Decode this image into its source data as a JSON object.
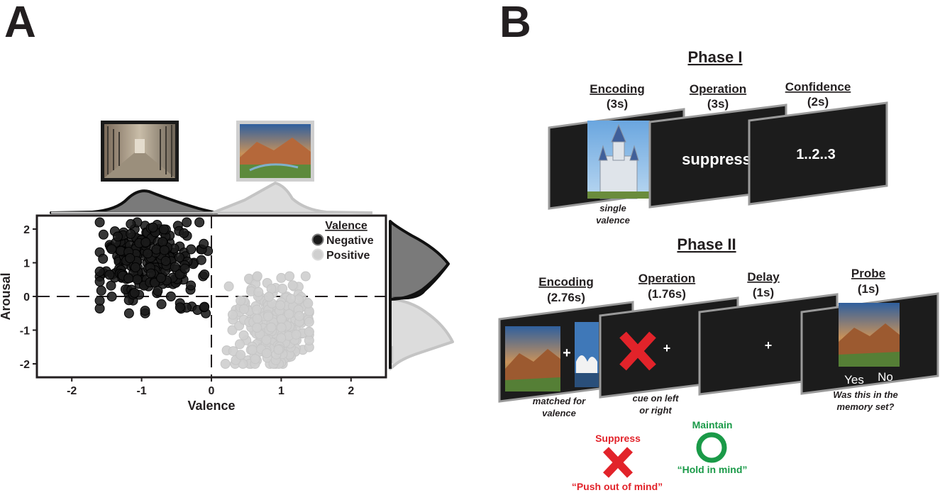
{
  "panels": {
    "a": "A",
    "b": "B"
  },
  "chart_data": {
    "type": "scatter",
    "xlabel": "Valence",
    "ylabel": "Arousal",
    "xlim": [
      -2.5,
      2.5
    ],
    "ylim": [
      -2.4,
      2.4
    ],
    "xticks": [
      "-2",
      "-1",
      "0",
      "1",
      "2"
    ],
    "yticks": [
      "2",
      "1",
      "0",
      "-1",
      "-2"
    ],
    "xtick_values": [
      -2,
      -1,
      0,
      1,
      2
    ],
    "ytick_values": [
      2,
      1,
      0,
      -1,
      -2
    ],
    "legend": {
      "title": "Valence",
      "entries": [
        "Negative",
        "Positive"
      ],
      "placement": "top-right"
    },
    "colors": {
      "negative": "#1a1a1a",
      "positive": "#cfcfcf",
      "neg_density": "#7a7a7a",
      "pos_density": "#dcdcdc"
    },
    "series": [
      {
        "name": "Negative",
        "x_range": [
          -1.6,
          -0.1
        ],
        "y_range": [
          -0.5,
          2.2
        ],
        "center": [
          -0.95,
          1.0
        ],
        "n_points": 260,
        "points": [
          [
            -1.42,
            0.65
          ],
          [
            -1.35,
            1.2
          ],
          [
            -1.3,
            0.8
          ],
          [
            -1.25,
            1.6
          ],
          [
            -1.2,
            0.2
          ],
          [
            -1.18,
            1.4
          ],
          [
            -1.15,
            0.9
          ],
          [
            -1.1,
            2.0
          ],
          [
            -1.08,
            1.1
          ],
          [
            -1.05,
            0.5
          ],
          [
            -1.02,
            1.7
          ],
          [
            -1.0,
            1.3
          ],
          [
            -0.98,
            0.7
          ],
          [
            -0.95,
            2.1
          ],
          [
            -0.92,
            1.0
          ],
          [
            -0.9,
            0.3
          ],
          [
            -0.88,
            1.5
          ],
          [
            -0.85,
            1.8
          ],
          [
            -0.82,
            0.9
          ],
          [
            -0.8,
            1.2
          ],
          [
            -0.78,
            0.1
          ],
          [
            -0.75,
            2.0
          ],
          [
            -0.72,
            1.4
          ],
          [
            -0.7,
            0.6
          ],
          [
            -0.68,
            1.9
          ],
          [
            -0.65,
            1.0
          ],
          [
            -0.62,
            0.4
          ],
          [
            -0.6,
            1.6
          ],
          [
            -0.58,
            0.0
          ],
          [
            -0.55,
            1.3
          ],
          [
            -0.5,
            0.8
          ],
          [
            -0.48,
            2.1
          ],
          [
            -0.45,
            -0.2
          ],
          [
            -0.42,
            1.1
          ],
          [
            -0.4,
            0.5
          ],
          [
            -0.35,
            1.8
          ],
          [
            -0.3,
            0.2
          ],
          [
            -0.28,
            -0.3
          ],
          [
            -0.25,
            1.0
          ],
          [
            -0.2,
            -0.4
          ],
          [
            -0.15,
            1.4
          ],
          [
            -0.12,
            0.6
          ],
          [
            -0.08,
            -0.5
          ],
          [
            -0.05,
            1.35
          ]
        ]
      },
      {
        "name": "Positive",
        "x_range": [
          0.2,
          1.4
        ],
        "y_range": [
          -2.0,
          0.6
        ],
        "center": [
          0.9,
          -0.9
        ],
        "n_points": 260,
        "points": [
          [
            0.22,
            -1.6
          ],
          [
            0.25,
            0.3
          ],
          [
            0.3,
            -1.0
          ],
          [
            0.35,
            -0.4
          ],
          [
            0.4,
            -1.8
          ],
          [
            0.45,
            -0.2
          ],
          [
            0.5,
            -1.3
          ],
          [
            0.55,
            0.5
          ],
          [
            0.6,
            -0.7
          ],
          [
            0.65,
            -1.9
          ],
          [
            0.7,
            -0.1
          ],
          [
            0.72,
            -1.1
          ],
          [
            0.75,
            -0.5
          ],
          [
            0.8,
            0.4
          ],
          [
            0.82,
            -1.5
          ],
          [
            0.85,
            -0.8
          ],
          [
            0.88,
            0.1
          ],
          [
            0.9,
            -1.2
          ],
          [
            0.92,
            -2.0
          ],
          [
            0.95,
            -0.3
          ],
          [
            0.98,
            -0.9
          ],
          [
            1.0,
            0.55
          ],
          [
            1.02,
            -1.4
          ],
          [
            1.05,
            -0.6
          ],
          [
            1.08,
            0.0
          ],
          [
            1.1,
            -1.7
          ],
          [
            1.12,
            -0.2
          ],
          [
            1.15,
            -1.0
          ],
          [
            1.18,
            0.3
          ],
          [
            1.2,
            -0.8
          ],
          [
            1.22,
            -1.3
          ],
          [
            1.25,
            -0.4
          ],
          [
            1.3,
            -1.1
          ],
          [
            1.35,
            0.6
          ],
          [
            1.38,
            -0.6
          ]
        ]
      }
    ]
  },
  "phase1": {
    "title": "Phase I",
    "steps": [
      {
        "name": "Encoding",
        "time": "(3s)"
      },
      {
        "name": "Operation",
        "time": "(3s)"
      },
      {
        "name": "Confidence",
        "time": "(2s)"
      }
    ],
    "operation_text": "suppress",
    "confidence_text": "1..2..3",
    "caption_line1": "single",
    "caption_line2": "valence"
  },
  "phase2": {
    "title": "Phase II",
    "steps": [
      {
        "name": "Encoding",
        "time": "(2.76s)"
      },
      {
        "name": "Operation",
        "time": "(1.76s)"
      },
      {
        "name": "Delay",
        "time": "(1s)"
      },
      {
        "name": "Probe",
        "time": "(1s)"
      }
    ],
    "fixation": "+",
    "probe_yes": "Yes",
    "probe_no": "No",
    "captions": {
      "encoding": [
        "matched for",
        "valence"
      ],
      "operation": [
        "cue on left",
        "or right"
      ],
      "probe": [
        "Was this in the",
        "memory set?"
      ]
    }
  },
  "cues": {
    "suppress": {
      "label": "Suppress",
      "hint": "“Push out of mind”",
      "color": "#e2232a"
    },
    "maintain": {
      "label": "Maintain",
      "hint": "“Hold in mind”",
      "color": "#1a9a48"
    }
  }
}
